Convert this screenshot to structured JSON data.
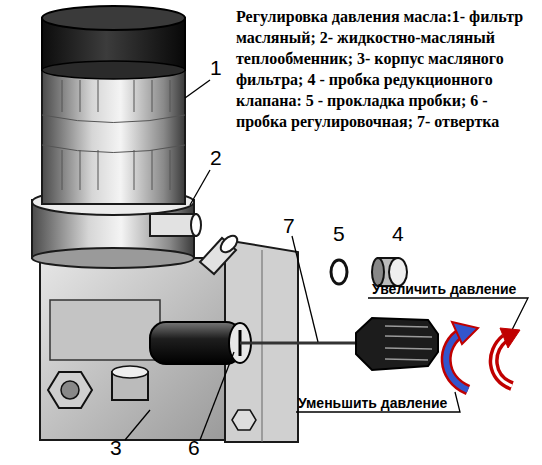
{
  "diagram": {
    "title": "Регулировка давления масла:",
    "caption": "1- фильтр масляный; 2- жидкостно-масляный теплообменник; 3- корпус масляного фильтра; 4 - пробка редукционного клапана: 5 - прокладка пробки; 6 - пробка регулировочная; 7- отвертка",
    "labels": [
      "1",
      "2",
      "3",
      "4",
      "5",
      "6",
      "7",
      "Увеличить давление",
      "Уменьшить давление"
    ]
  }
}
